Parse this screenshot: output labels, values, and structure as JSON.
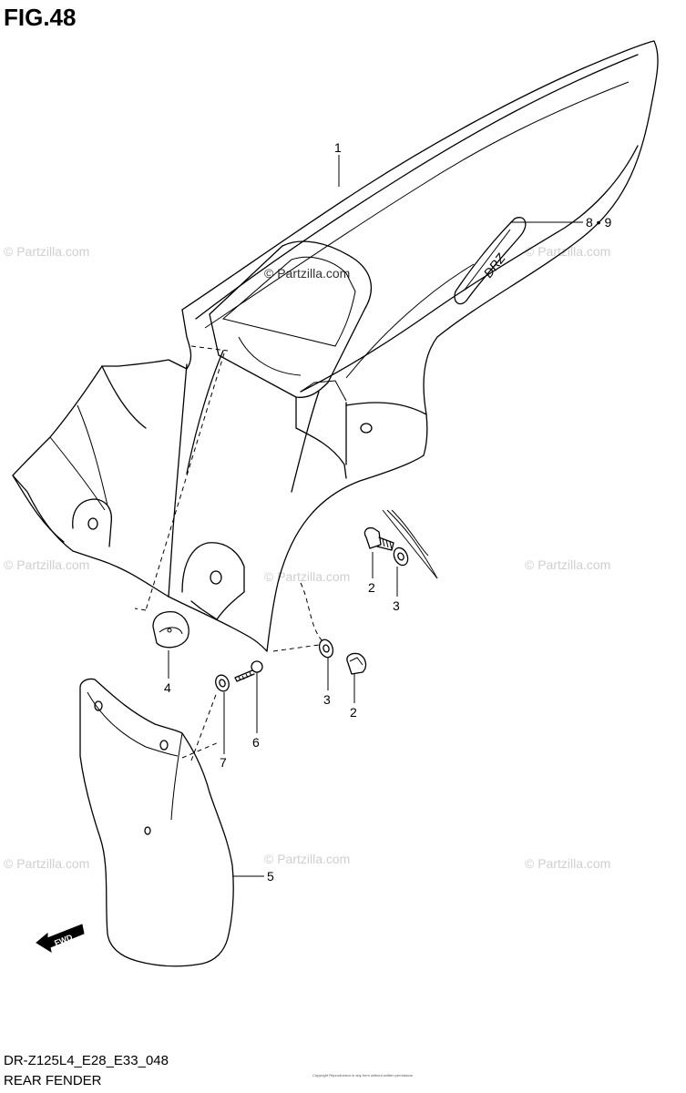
{
  "figure": {
    "title": "FIG.48",
    "code": "DR-Z125L4_E28_E33_048",
    "name": "REAR FENDER",
    "copyright": "Copyright Reproduction in any form without written permission"
  },
  "watermark": "© Partzilla.com",
  "fwd_label": "FWD",
  "decal_text": "DRZ",
  "callouts": [
    {
      "id": "c1",
      "label": "1"
    },
    {
      "id": "c89",
      "label": "8 • 9"
    },
    {
      "id": "c2a",
      "label": "2"
    },
    {
      "id": "c3a",
      "label": "3"
    },
    {
      "id": "c4",
      "label": "4"
    },
    {
      "id": "c3b",
      "label": "3"
    },
    {
      "id": "c2b",
      "label": "2"
    },
    {
      "id": "c7",
      "label": "7"
    },
    {
      "id": "c6",
      "label": "6"
    },
    {
      "id": "c5",
      "label": "5"
    }
  ]
}
